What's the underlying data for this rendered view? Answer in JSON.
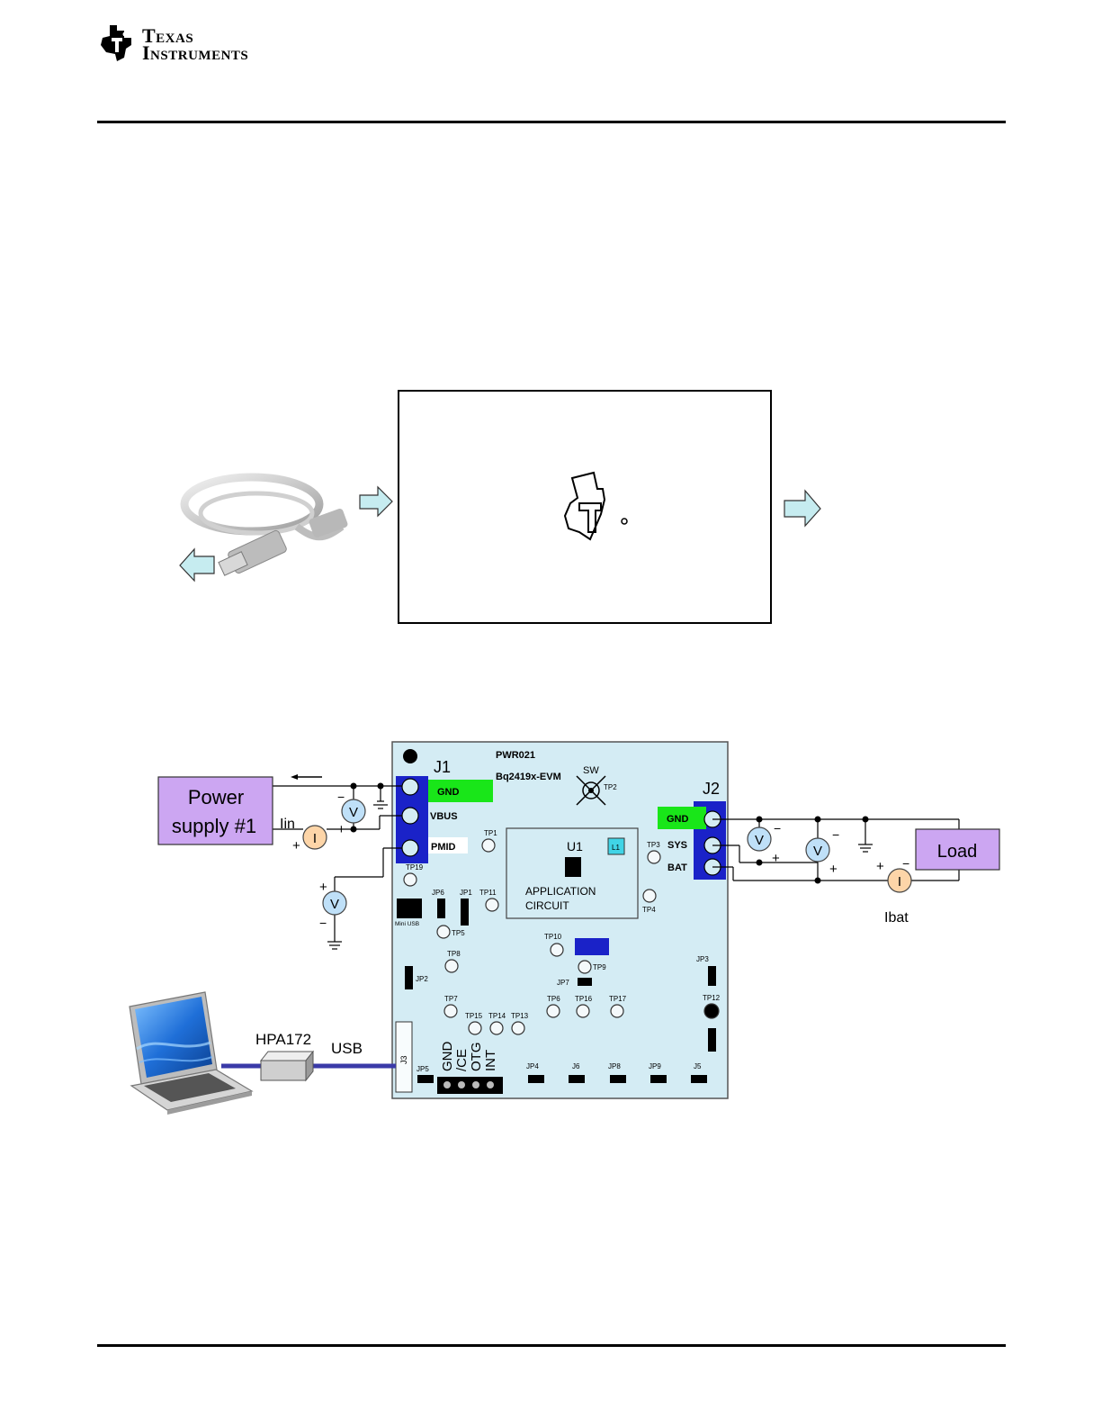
{
  "brand": {
    "line1": "Texas",
    "line2": "Instruments"
  },
  "board": {
    "j1": "J1",
    "j2": "J2",
    "pwr": "PWR021",
    "model": "Bq2419x-EVM",
    "sw": "SW",
    "tp2": "TP2",
    "gnd1": "GND",
    "vbus": "VBUS",
    "pmid": "PMID",
    "gnd2": "GND",
    "sys": "SYS",
    "bat": "BAT",
    "u1": "U1",
    "l1": "L1",
    "app1": "APPLICATION",
    "app2": "CIRCUIT",
    "mini_usb": "Mini USB",
    "j3": "J3",
    "tp": [
      "TP1",
      "TP19",
      "TP11",
      "TP3",
      "TP4",
      "TP5",
      "TP8",
      "TP10",
      "TP9",
      "TP7",
      "TP15",
      "TP14",
      "TP13",
      "TP6",
      "TP16",
      "TP17",
      "TP12"
    ],
    "jp": [
      "JP6",
      "JP1",
      "JP2",
      "JP7",
      "JP3",
      "JP5",
      "JP4",
      "J6",
      "JP8",
      "JP9",
      "J5"
    ],
    "pins": [
      "GND",
      "/CE",
      "OTG",
      "INT"
    ]
  },
  "external": {
    "power_supply_line1": "Power",
    "power_supply_line2": "supply #1",
    "iin": "Iin",
    "load": "Load",
    "ibat": "Ibat",
    "hpa": "HPA172",
    "usb": "USB",
    "v": "V",
    "i": "I",
    "plus": "+",
    "minus": "−"
  }
}
